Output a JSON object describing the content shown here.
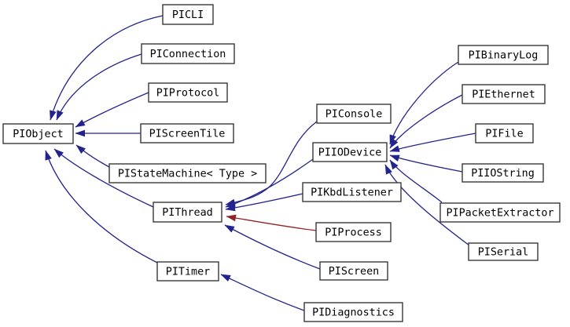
{
  "diagram": {
    "kind": "class-inheritance-graph",
    "colors": {
      "background": "#ffffff",
      "edge_public": "#23238e",
      "edge_private": "#8f2424",
      "node_border": "#383838",
      "node_fill": "#ffffff",
      "node_text": "#000000"
    },
    "nodes": {
      "picli": {
        "label": "PICLI"
      },
      "piconnection": {
        "label": "PIConnection"
      },
      "piprotocol": {
        "label": "PIProtocol"
      },
      "piobject": {
        "label": "PIObject"
      },
      "piscreentile": {
        "label": "PIScreenTile"
      },
      "pistatemachine": {
        "label": "PIStateMachine< Type >"
      },
      "piconsole": {
        "label": "PIConsole"
      },
      "piiodevice": {
        "label": "PIIODevice"
      },
      "pikbdlistener": {
        "label": "PIKbdListener"
      },
      "pithread": {
        "label": "PIThread"
      },
      "piprocess": {
        "label": "PIProcess"
      },
      "piscreen": {
        "label": "PIScreen"
      },
      "pitimer": {
        "label": "PITimer"
      },
      "pidiagnostics": {
        "label": "PIDiagnostics"
      },
      "pibinarylog": {
        "label": "PIBinaryLog"
      },
      "piethernet": {
        "label": "PIEthernet"
      },
      "pifile": {
        "label": "PIFile"
      },
      "piiostring": {
        "label": "PIIOString"
      },
      "pipacketextractor": {
        "label": "PIPacketExtractor"
      },
      "piserial": {
        "label": "PISerial"
      }
    },
    "edges": [
      {
        "from": "PICLI",
        "to": "PIObject",
        "relation": "public-inheritance"
      },
      {
        "from": "PIConnection",
        "to": "PIObject",
        "relation": "public-inheritance"
      },
      {
        "from": "PIProtocol",
        "to": "PIObject",
        "relation": "public-inheritance"
      },
      {
        "from": "PIScreenTile",
        "to": "PIObject",
        "relation": "public-inheritance"
      },
      {
        "from": "PIStateMachine< Type >",
        "to": "PIObject",
        "relation": "public-inheritance"
      },
      {
        "from": "PIThread",
        "to": "PIObject",
        "relation": "public-inheritance"
      },
      {
        "from": "PITimer",
        "to": "PIObject",
        "relation": "public-inheritance"
      },
      {
        "from": "PIConsole",
        "to": "PIThread",
        "relation": "public-inheritance"
      },
      {
        "from": "PIIODevice",
        "to": "PIThread",
        "relation": "public-inheritance"
      },
      {
        "from": "PIKbdListener",
        "to": "PIThread",
        "relation": "public-inheritance"
      },
      {
        "from": "PIProcess",
        "to": "PIThread",
        "relation": "private-inheritance"
      },
      {
        "from": "PIScreen",
        "to": "PIThread",
        "relation": "public-inheritance"
      },
      {
        "from": "PIBinaryLog",
        "to": "PIIODevice",
        "relation": "public-inheritance"
      },
      {
        "from": "PIEthernet",
        "to": "PIIODevice",
        "relation": "public-inheritance"
      },
      {
        "from": "PIFile",
        "to": "PIIODevice",
        "relation": "public-inheritance"
      },
      {
        "from": "PIIOString",
        "to": "PIIODevice",
        "relation": "public-inheritance"
      },
      {
        "from": "PIPacketExtractor",
        "to": "PIIODevice",
        "relation": "public-inheritance"
      },
      {
        "from": "PISerial",
        "to": "PIIODevice",
        "relation": "public-inheritance"
      },
      {
        "from": "PIDiagnostics",
        "to": "PITimer",
        "relation": "public-inheritance"
      }
    ]
  }
}
